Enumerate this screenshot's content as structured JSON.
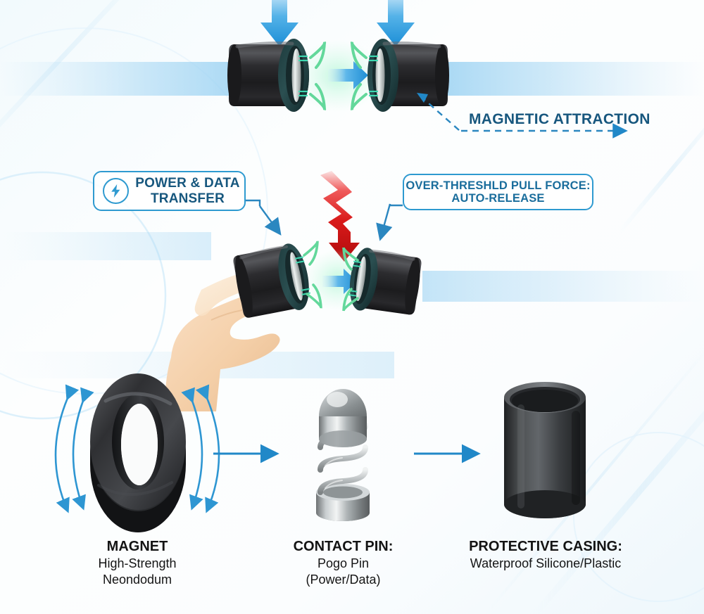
{
  "page": {
    "title": "Magnetic Connector Infographic",
    "background_color": "#fbfdfe"
  },
  "colors": {
    "accent_blue": "#2e9ad0",
    "deep_blue": "#17577e",
    "arrow_blue": "#2188c8",
    "magnet_green": "#57d193",
    "alert_red": "#e01b1b",
    "body_dark": "#141414",
    "connector_dark": "#2b2b2d",
    "metal_silver": "#c9cccf"
  },
  "top_section": {
    "name": "magnetic-attraction-stage",
    "attraction_label": "MAGNETIC ATTRACTION",
    "down_arrows": 2,
    "connectors": [
      {
        "name": "connector-left",
        "orientation": "facing-right"
      },
      {
        "name": "connector-right",
        "orientation": "facing-left"
      }
    ],
    "between_arrow": "snap-together-arrow",
    "dashed_leader": "dashed-pointer-to-connector"
  },
  "middle_section": {
    "name": "auto-release-stage",
    "callouts": [
      {
        "id": "power-data",
        "icon": "lightning-bolt-icon",
        "line1": "POWER & DATA",
        "line2": "TRANSFER"
      },
      {
        "id": "auto-release",
        "line1": "OVER-THRESHLD PULL FORCE:",
        "line2": "AUTO-RELEASE"
      }
    ],
    "pull_indicator": "red-lightning-arrow",
    "hand": "hand-holding-connector",
    "separation_arrow": "release-arrow"
  },
  "bottom_section": {
    "name": "components-breakdown",
    "flow_arrows": 2,
    "components": [
      {
        "id": "magnet",
        "icon": "ring-magnet-icon",
        "title": "MAGNET",
        "subtitle_lines": [
          "High-Strength",
          "Neondodum"
        ],
        "field_arrows": "magnetic-field-arcs"
      },
      {
        "id": "contact-pin",
        "icon": "pogo-pin-icon",
        "title": "CONTACT PIN:",
        "subtitle_lines": [
          "Pogo Pin",
          "(Power/Data)"
        ]
      },
      {
        "id": "protective-casing",
        "icon": "cylinder-casing-icon",
        "title": "PROTECTIVE CASING:",
        "subtitle_lines": [
          "Waterproof Silicone/Plastic"
        ]
      }
    ]
  }
}
